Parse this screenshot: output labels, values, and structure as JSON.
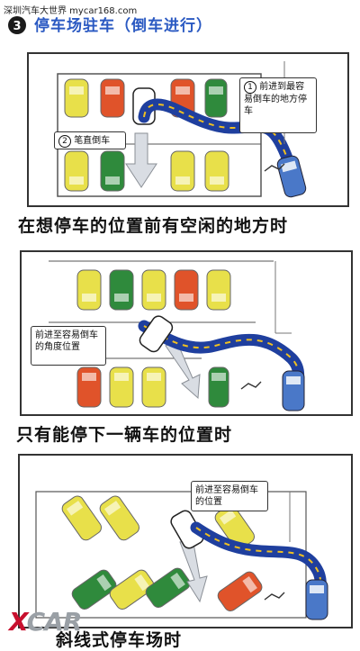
{
  "watermark": "深圳汽车大世界 mycar168.com",
  "title": {
    "number": "3",
    "text": "停车场驻车（倒车进行）"
  },
  "panels": [
    {
      "callouts": [
        {
          "number": "1",
          "text": "前进到最容易倒车的地方停车"
        },
        {
          "number": "2",
          "text": "笔直倒车"
        }
      ],
      "caption": "在想停车的位置前有空闲的地方时"
    },
    {
      "callouts": [
        {
          "text": "前进至容易倒车的角度位置"
        }
      ],
      "caption": "只有能停下一辆车的位置时"
    },
    {
      "callouts": [
        {
          "text": "前进至容易倒车的位置"
        }
      ],
      "caption": "斜线式停车场时"
    }
  ],
  "logo": "XCAR",
  "colors": {
    "title_blue": "#2a59c2",
    "path_blue": "#1f3f9e",
    "car_yellow": "#e8e04a",
    "car_orange": "#e0532a",
    "car_green": "#2f8a3c",
    "player_car": "#4a78c8",
    "logo_red": "#c8102e"
  }
}
